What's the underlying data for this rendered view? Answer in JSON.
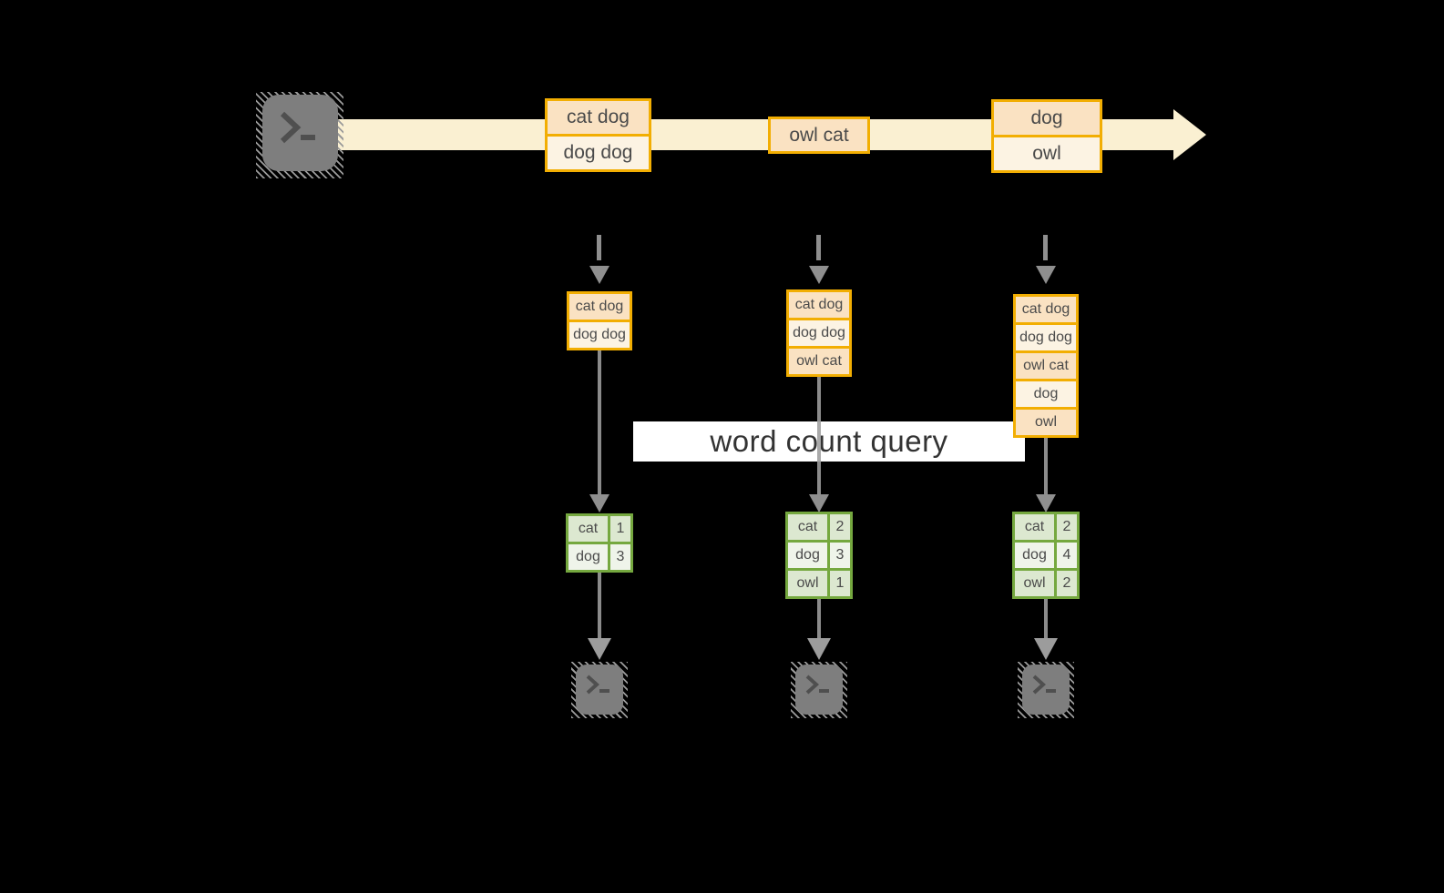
{
  "query_label": "word count query",
  "stream": {
    "records": [
      {
        "lines": [
          "cat dog",
          "dog dog"
        ]
      },
      {
        "lines": [
          "owl cat"
        ]
      },
      {
        "lines": [
          "dog",
          "owl"
        ]
      }
    ]
  },
  "columns": [
    {
      "buffer": [
        "cat dog",
        "dog dog"
      ],
      "counts": [
        {
          "word": "cat",
          "count": "1"
        },
        {
          "word": "dog",
          "count": "3"
        }
      ]
    },
    {
      "buffer": [
        "cat dog",
        "dog dog",
        "owl cat"
      ],
      "counts": [
        {
          "word": "cat",
          "count": "2"
        },
        {
          "word": "dog",
          "count": "3"
        },
        {
          "word": "owl",
          "count": "1"
        }
      ]
    },
    {
      "buffer": [
        "cat dog",
        "dog dog",
        "owl cat",
        "dog",
        "owl"
      ],
      "counts": [
        {
          "word": "cat",
          "count": "2"
        },
        {
          "word": "dog",
          "count": "4"
        },
        {
          "word": "owl",
          "count": "2"
        }
      ]
    }
  ],
  "icons": {
    "source": "terminal-icon",
    "sinks": [
      "terminal-icon",
      "terminal-icon",
      "terminal-icon"
    ],
    "stream_arrow": "right-arrow-icon"
  },
  "colors": {
    "gold_border": "#F2AE02",
    "peach_dark": "#FAE2C2",
    "peach_light": "#FCF3E3",
    "stream_band": "#FAF0D2",
    "green_border": "#75A83F",
    "green_cell_dark": "#DCE8D0",
    "green_cell_light": "#EFF4EA",
    "arrow_gray": "#8F8F8F",
    "terminal_gray": "#7E7E7E",
    "banner_bg": "#FFFFFF"
  }
}
